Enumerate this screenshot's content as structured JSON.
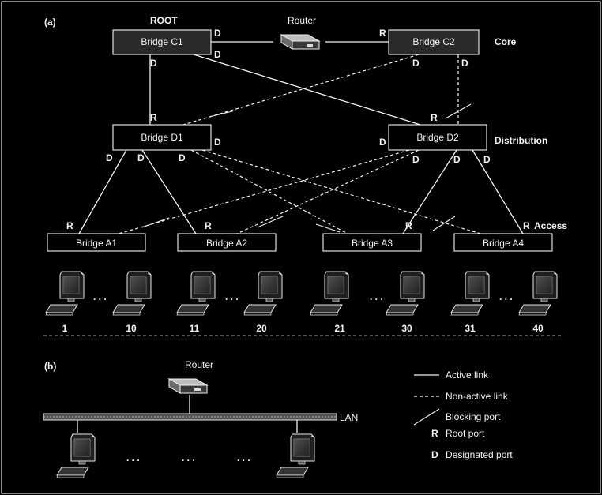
{
  "part_a": {
    "label": "(a)",
    "root_label": "ROOT",
    "router_label": "Router",
    "bridges": {
      "c1": "Bridge C1",
      "c2": "Bridge C2",
      "d1": "Bridge D1",
      "d2": "Bridge D2",
      "a1": "Bridge A1",
      "a2": "Bridge A2",
      "a3": "Bridge A3",
      "a4": "Bridge A4"
    },
    "layers": {
      "core": "Core",
      "distribution": "Distribution",
      "access": "Access"
    },
    "port_designated": "D",
    "port_root": "R",
    "host_numbers": [
      "1",
      "10",
      "11",
      "20",
      "21",
      "30",
      "31",
      "40"
    ],
    "ellipsis": ". . ."
  },
  "part_b": {
    "label": "(b)",
    "router_label": "Router",
    "lan_label": "LAN",
    "ellipsis": ". . ."
  },
  "legend": {
    "active_link": "Active link",
    "non_active_link": "Non-active link",
    "blocking_port": "Blocking port",
    "root_port_symbol": "R",
    "root_port": "Root port",
    "designated_port_symbol": "D",
    "designated_port": "Designated port"
  }
}
